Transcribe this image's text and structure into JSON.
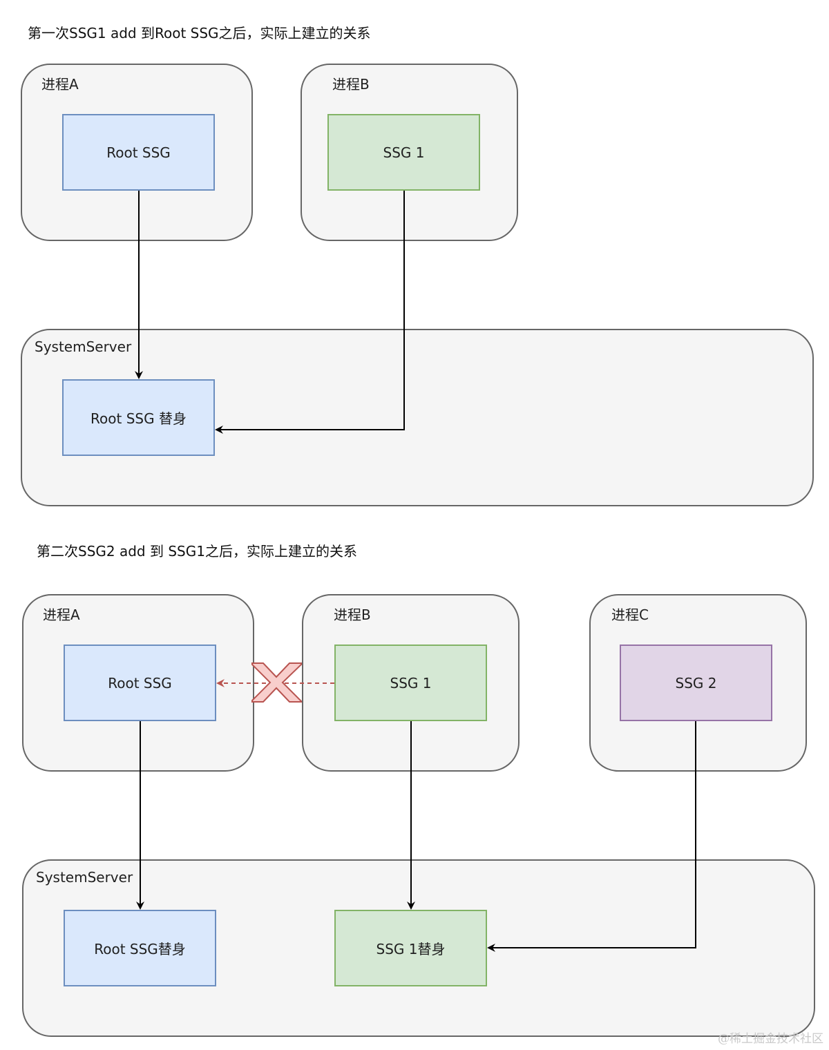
{
  "section1": {
    "caption": "第一次SSG1 add 到Root SSG之后，实际上建立的关系",
    "process_a": {
      "title": "进程A",
      "node": "Root SSG"
    },
    "process_b": {
      "title": "进程B",
      "node": "SSG 1"
    },
    "system_server": {
      "title": "SystemServer",
      "node": "Root SSG 替身"
    }
  },
  "section2": {
    "caption": "第二次SSG2 add 到 SSG1之后，实际上建立的关系",
    "process_a": {
      "title": "进程A",
      "node": "Root SSG"
    },
    "process_b": {
      "title": "进程B",
      "node": "SSG 1"
    },
    "process_c": {
      "title": "进程C",
      "node": "SSG 2"
    },
    "system_server": {
      "title": "SystemServer",
      "node_root": "Root SSG替身",
      "node_ssg1": "SSG 1替身"
    }
  },
  "colors": {
    "blue_fill": "#dae8fc",
    "blue_stroke": "#6c8ebf",
    "green_fill": "#d5e8d4",
    "green_stroke": "#82b366",
    "purple_fill": "#e1d5e7",
    "purple_stroke": "#9673a6",
    "container_fill": "#f5f5f5",
    "container_stroke": "#666666",
    "removed_link": "#b85450",
    "cross_fill": "#f8cecc"
  },
  "watermark": "@稀土掘金技术社区"
}
